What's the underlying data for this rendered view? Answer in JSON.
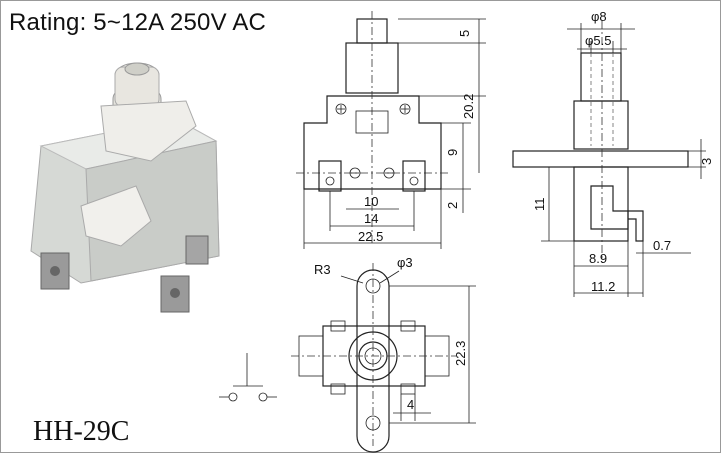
{
  "header": {
    "rating": "Rating: 5~12A  250V  AC"
  },
  "footer": {
    "model": "HH-29C"
  },
  "front_view": {
    "dims": [
      "5",
      "20.2",
      "9",
      "2",
      "10",
      "14",
      "22.5"
    ]
  },
  "side_view": {
    "dims": [
      "φ8",
      "φ5.5",
      "3",
      "11",
      "0.7",
      "8.9",
      "11.2"
    ]
  },
  "bottom_view": {
    "dims": [
      "R3",
      "φ3",
      "22.3",
      "4"
    ]
  },
  "colors": {
    "line": "#222222",
    "photo_body": "#d9dcd8",
    "photo_terminal": "#8f8f8f"
  }
}
